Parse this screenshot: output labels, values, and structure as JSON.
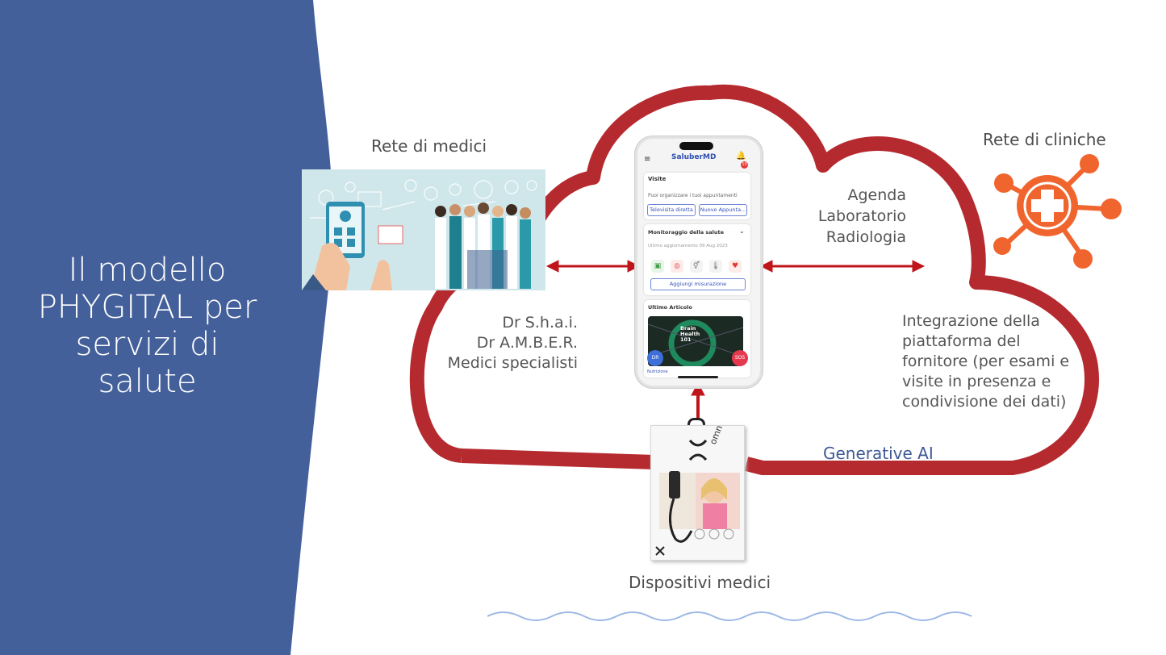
{
  "slide": {
    "title": "Il modello PHYGITAL per servizi di salute",
    "colors": {
      "sidebar": "#44609a",
      "cloud": "#b52a2f",
      "arrows": "#c0141b",
      "clinic": "#f0652e",
      "accent_text": "#3f5a96",
      "wave": "#9db8e6"
    }
  },
  "doctors_network": {
    "label": "Rete di medici",
    "names": [
      "Dr S.h.a.i.",
      "Dr A.M.B.E.R.",
      "Medici specialisti"
    ]
  },
  "clinics_network": {
    "label": "Rete di cliniche",
    "icon": "medical-cross-network-icon",
    "services": [
      "Agenda",
      "Laboratorio",
      "Radiologia"
    ],
    "integration_lines": [
      "Integrazione della",
      "piattaforma del",
      "fornitore (per esami e",
      "visite in presenza e",
      "condivisione dei dati)"
    ]
  },
  "generative_ai": "Generative AI",
  "devices": {
    "label": "Dispositivi medici",
    "brand": "omnia"
  },
  "app": {
    "brand": "SaluberMD",
    "notification_count": "10",
    "visits": {
      "title": "Visite",
      "subtitle": "Puoi organizzare i tuoi appuntamenti",
      "btn_tele": "Televisita diretta",
      "btn_new": "Nuovo Appunta..."
    },
    "monitoring": {
      "title": "Monitoraggio della salute",
      "updated": "Ultimo aggiornamento 09 Aug 2023",
      "add_btn": "Aggiungi misurazione",
      "icons": [
        "scale-icon",
        "lungs-icon",
        "gender-icon",
        "thermometer-icon",
        "heart-rate-icon"
      ]
    },
    "article": {
      "title": "Ultimo Articolo",
      "image_text": "Brain Health 101",
      "tag": "Nutrizione"
    },
    "fab_dr": "DR",
    "fab_sos": "SOS"
  }
}
